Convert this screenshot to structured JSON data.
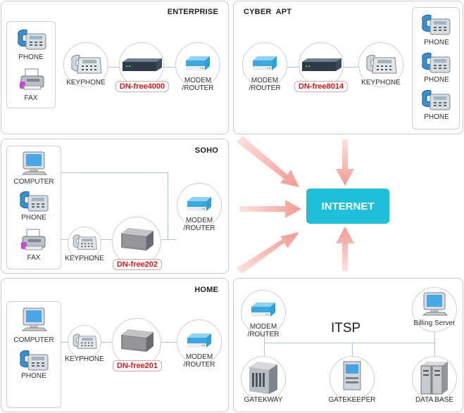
{
  "internet": "INTERNET",
  "itsp": "ITSP",
  "enterprise": {
    "title": "ENTERPRISE",
    "phone": "PHONE",
    "fax": "FAX",
    "keyphone": "KEYPHONE",
    "model": "DN-free4000",
    "modem_line1": "MODEM",
    "modem_line2": "/ROUTER"
  },
  "cyber_apt": {
    "title": "CYBER  APT",
    "modem_line1": "MODEM",
    "modem_line2": "/ROUTER",
    "model": "DN-free8014",
    "keyphone": "KEYPHONE",
    "phones": [
      "PHONE",
      "PHONE",
      "PHONE"
    ]
  },
  "soho": {
    "title": "SOHO",
    "computer": "COMPUTER",
    "phone": "PHONE",
    "fax": "FAX",
    "keyphone": "KEYPHONE",
    "model": "DN-free202",
    "modem_line1": "MODEM",
    "modem_line2": "/ROUTER"
  },
  "home": {
    "title": "HOME",
    "computer": "COMPUTER",
    "phone": "PHONE",
    "keyphone": "KEYPHONE",
    "model": "DN-free201",
    "modem_line1": "MODEM",
    "modem_line2": "/ROUTER"
  },
  "itsp_panel": {
    "modem_line1": "MODEM",
    "modem_line2": "/ROUTER",
    "billing": "Billing Server",
    "gatekway": "GATEKWAY",
    "gatekeeper": "GATEKEEPER",
    "database": "DATA BASE"
  },
  "colors": {
    "internet": "#1fbfdc",
    "arrow": "#f4a8a0",
    "model_text": "#e01818",
    "line": "#a9c6e0"
  },
  "icons": [
    "phone-icon",
    "fax-icon",
    "keyphone-icon",
    "gateway-device-icon",
    "modem-router-icon",
    "computer-icon",
    "server-icon",
    "database-icon"
  ]
}
